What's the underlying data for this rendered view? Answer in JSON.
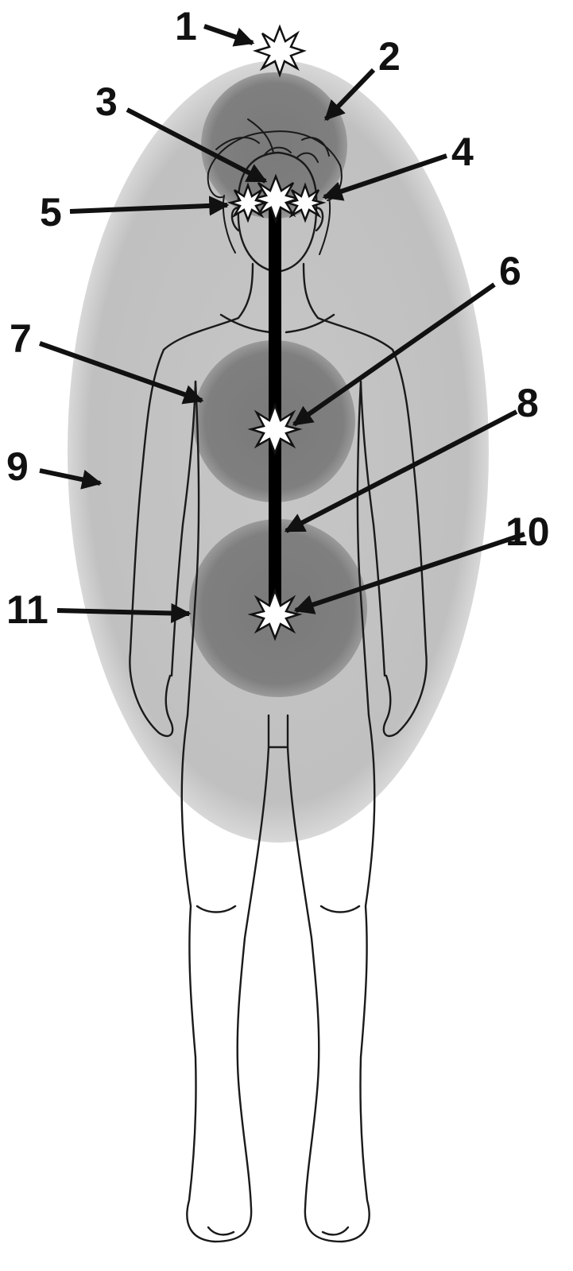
{
  "diagram": {
    "callouts": [
      {
        "id": "1",
        "label": "1"
      },
      {
        "id": "2",
        "label": "2"
      },
      {
        "id": "3",
        "label": "3"
      },
      {
        "id": "4",
        "label": "4"
      },
      {
        "id": "5",
        "label": "5"
      },
      {
        "id": "6",
        "label": "6"
      },
      {
        "id": "7",
        "label": "7"
      },
      {
        "id": "8",
        "label": "8"
      },
      {
        "id": "9",
        "label": "9"
      },
      {
        "id": "10",
        "label": "10"
      },
      {
        "id": "11",
        "label": "11"
      }
    ],
    "colors": {
      "aura": "#c4c4c4",
      "energy_center": "#7d7d7d",
      "channel": "#000000",
      "star_fill": "#ffffff",
      "outline": "#1a1a1a"
    }
  }
}
